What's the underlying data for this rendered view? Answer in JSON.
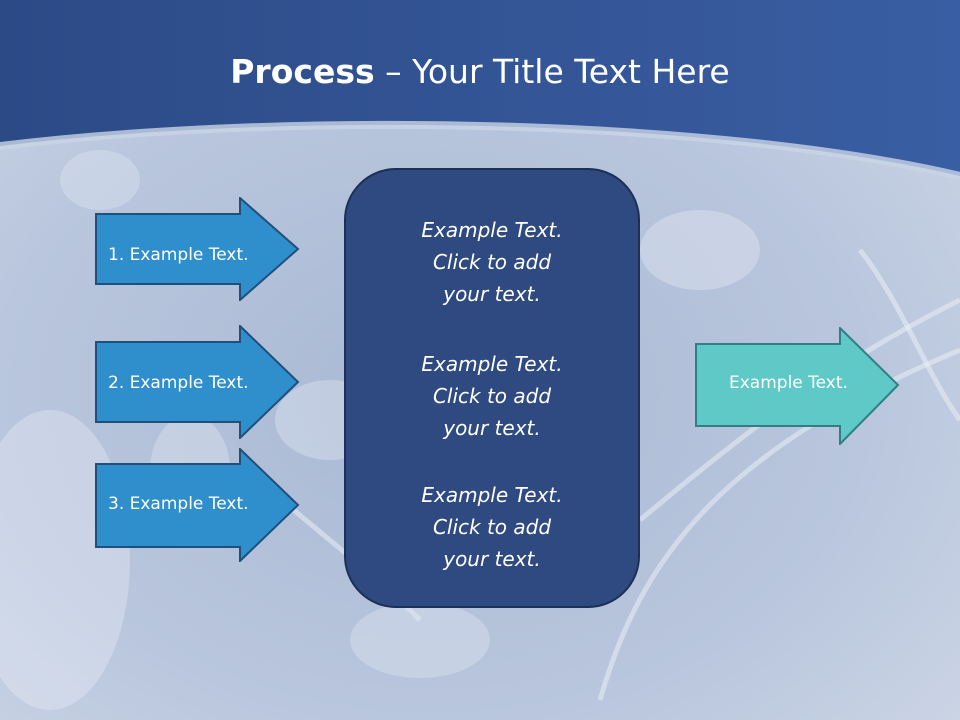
{
  "title": {
    "bold": "Process",
    "rest": " – Your Title Text Here"
  },
  "left_arrows": [
    {
      "label": "1. Example Text."
    },
    {
      "label": "2. Example Text."
    },
    {
      "label": "3. Example Text."
    }
  ],
  "center_box": {
    "blocks": [
      {
        "line1": "Example Text.",
        "line2": "Click  to add",
        "line3": "your text."
      },
      {
        "line1": "Example Text.",
        "line2": "Click  to add",
        "line3": "your text."
      },
      {
        "line1": "Example Text.",
        "line2": "Click  to add",
        "line3": "your text."
      }
    ]
  },
  "right_arrow": {
    "label": "Example Text."
  },
  "colors": {
    "header": "#2e4f8f",
    "left_arrow_fill": "#2f8fcd",
    "center_box_fill": "#2f4a80",
    "right_arrow_fill": "#5ec9c6"
  }
}
